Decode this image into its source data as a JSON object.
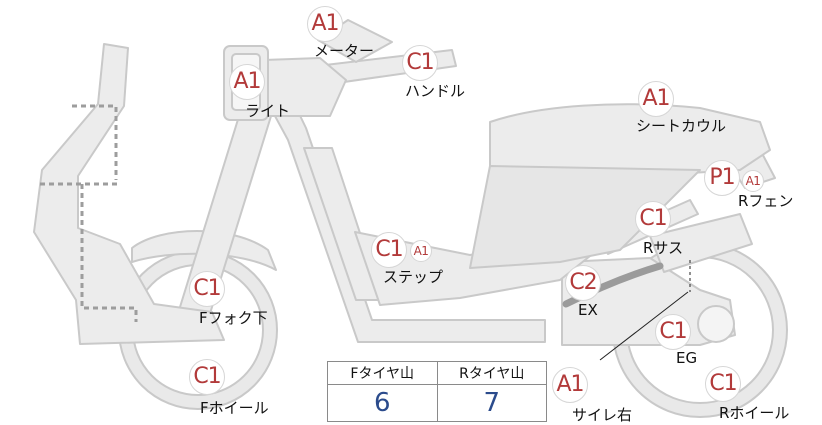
{
  "parts": [
    {
      "id": "meter",
      "grades": [
        "A1"
      ],
      "label": "メーター"
    },
    {
      "id": "light",
      "grades": [
        "A1"
      ],
      "label": "ライト"
    },
    {
      "id": "handle",
      "grades": [
        "C1"
      ],
      "label": "ハンドル"
    },
    {
      "id": "seat-cowl",
      "grades": [
        "A1"
      ],
      "label": "シートカウル"
    },
    {
      "id": "rear-fender",
      "grades": [
        "P1",
        "A1"
      ],
      "label": "Rフェン"
    },
    {
      "id": "rear-susp",
      "grades": [
        "C1"
      ],
      "label": "Rサス"
    },
    {
      "id": "step",
      "grades": [
        "C1",
        "A1"
      ],
      "label": "ステップ"
    },
    {
      "id": "exhaust",
      "grades": [
        "C2"
      ],
      "label": "EX"
    },
    {
      "id": "fork-lower",
      "grades": [
        "C1"
      ],
      "label": "Fフォク下"
    },
    {
      "id": "engine",
      "grades": [
        "C1"
      ],
      "label": "EG"
    },
    {
      "id": "front-wheel",
      "grades": [
        "C1"
      ],
      "label": "Fホイール"
    },
    {
      "id": "side-right",
      "grades": [
        "A1"
      ],
      "label": "サイレ右"
    },
    {
      "id": "rear-wheel",
      "grades": [
        "C1"
      ],
      "label": "Rホイール"
    }
  ],
  "tread_table": {
    "headers": [
      "Fタイヤ山",
      "Rタイヤ山"
    ],
    "values": [
      "6",
      "7"
    ]
  },
  "colors": {
    "grade_text": "#b23a3a",
    "tread_value": "#2b4b8c",
    "body_fill": "#ececec",
    "body_stroke": "#c9c9c9"
  }
}
